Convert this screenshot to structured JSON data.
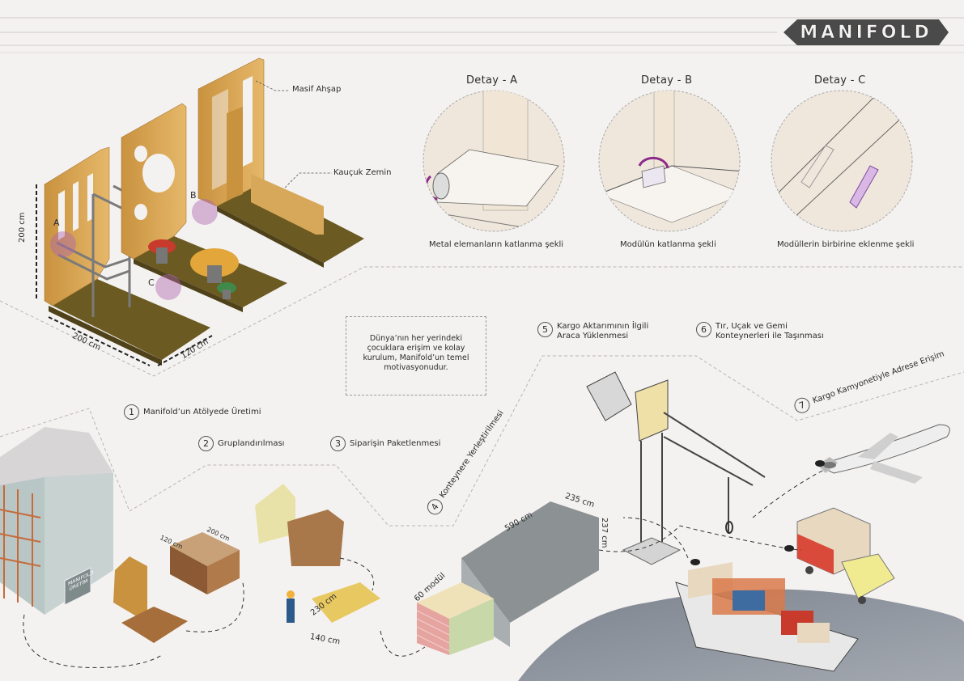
{
  "logo": {
    "text": "MANIFOLD"
  },
  "module": {
    "labels": {
      "solid_wood": "Masif Ahşap",
      "rubber_floor": "Kauçuk Zemin",
      "height": "200 cm",
      "length": "200 cm",
      "width": "120 cm"
    },
    "markers": [
      "A",
      "B",
      "C"
    ]
  },
  "details": [
    {
      "title": "Detay - A",
      "caption": "Metal elemanların katlanma şekli"
    },
    {
      "title": "Detay - B",
      "caption": "Modülün katlanma şekli"
    },
    {
      "title": "Detay - C",
      "caption": "Modüllerin birbirine eklenme şekli"
    }
  ],
  "note": "Dünya’nın her yerindeki çocuklara erişim ve kolay kurulum, Manifold’un temel motivasyonudur.",
  "steps": [
    {
      "number": "1",
      "label": "Manifold’un Atölyede Üretimi"
    },
    {
      "number": "2",
      "label": "Gruplandırılması"
    },
    {
      "number": "3",
      "label": "Siparişin Paketlenmesi"
    },
    {
      "number": "4",
      "label": "Konteynere Yerleştirilmesi"
    },
    {
      "number": "5",
      "label": "Kargo Aktarımının İlgili Araca Yüklenmesi"
    },
    {
      "number": "6",
      "label": "Tır, Uçak ve Gemi Konteynerleri ile Taşınması"
    },
    {
      "number": "7",
      "label": "Kargo Kamyonetiyle Adrese Erişim"
    }
  ],
  "illustration_labels": {
    "workshop_sign": "MANIFOLD ÜRETİM",
    "stack_width": "120 cm",
    "stack_length": "200 cm",
    "package_length": "230 cm",
    "package_width": "140 cm",
    "container_length": "590 cm",
    "container_width": "235 cm",
    "container_height": "237 cm",
    "module_count": "60 modül"
  },
  "colors": {
    "background": "#f4f2f1",
    "wood": "#d8a85a",
    "floor": "#6b5a22",
    "accent_purple": "#a03a9a",
    "sea": "#8a909a"
  }
}
